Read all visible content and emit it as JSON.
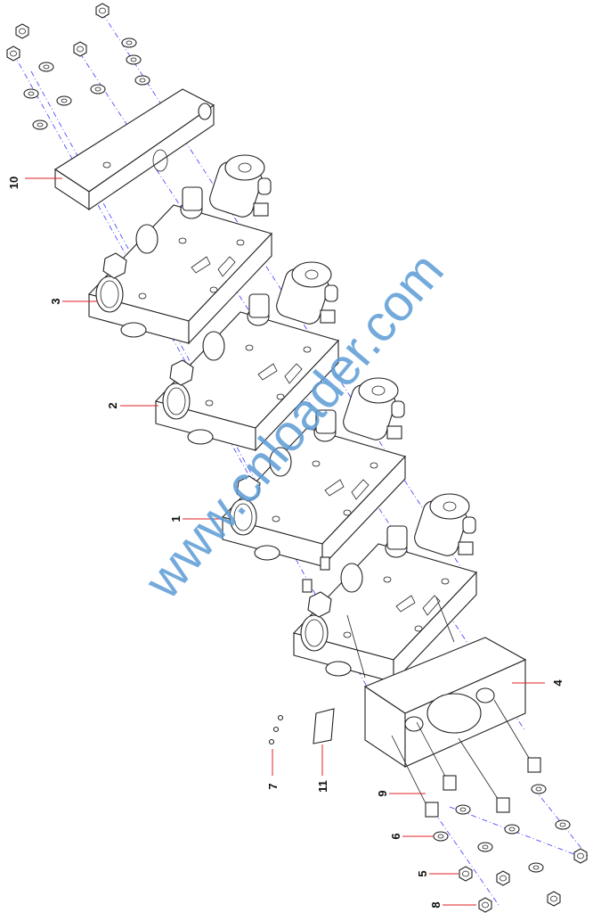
{
  "diagram": {
    "type": "exploded-parts-view",
    "callouts": [
      "10",
      "3",
      "2",
      "1",
      "4",
      "7",
      "11",
      "9",
      "6",
      "5",
      "8"
    ],
    "watermark": "www.cnloader.com",
    "colors": {
      "leader": "#e02020",
      "axis": "#3a3aff",
      "watermark": "#5b9bd5"
    }
  }
}
